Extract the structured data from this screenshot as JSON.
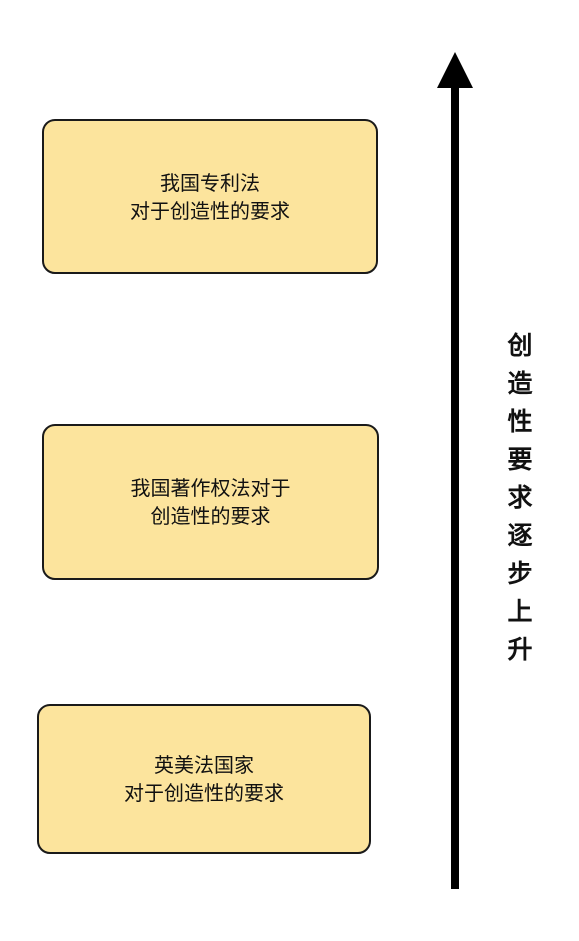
{
  "boxes": {
    "patent": {
      "line1": "我国专利法",
      "line2": "对于创造性的要求"
    },
    "copyright": {
      "line1": "我国著作权法对于",
      "line2": "创造性的要求"
    },
    "common_law": {
      "line1": "英美法国家",
      "line2": "对于创造性的要求"
    }
  },
  "arrow": {
    "label": "创造性要求逐步上升",
    "chars": [
      "创",
      "造",
      "性",
      "要",
      "求",
      "逐",
      "步",
      "上",
      "升"
    ],
    "direction": "up",
    "color": "#000000"
  },
  "colors": {
    "box_fill": "#fce49d",
    "box_border": "#1a1a1a"
  }
}
